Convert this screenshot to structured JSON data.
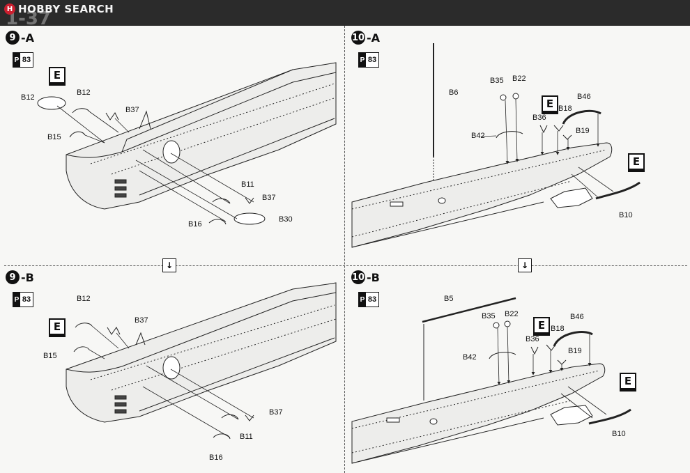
{
  "header": {
    "logo_text": "HOBBY SEARCH",
    "logo_mark": "H",
    "page_number": "1-37"
  },
  "ref_marker": {
    "prefix": "P",
    "number": "83"
  },
  "sprue_letter": "E",
  "transition_arrow": "↓",
  "panels": {
    "step_9a": {
      "number": "9",
      "suffix": "-A",
      "labels": {
        "b12_left": "B12",
        "b12_top": "B12",
        "b37_top": "B37",
        "b15": "B15",
        "b11": "B11",
        "b37_bottom": "B37",
        "b16": "B16",
        "b30": "B30"
      }
    },
    "step_10a": {
      "number": "10",
      "suffix": "-A",
      "labels": {
        "b6": "B6",
        "b35": "B35",
        "b22": "B22",
        "b46": "B46",
        "b18": "B18",
        "b36": "B36",
        "b42": "B42",
        "b19": "B19",
        "b10": "B10"
      }
    },
    "step_9b": {
      "number": "9",
      "suffix": "-B",
      "labels": {
        "b12": "B12",
        "b37_top": "B37",
        "b15": "B15",
        "b37_bottom": "B37",
        "b11": "B11",
        "b16": "B16"
      }
    },
    "step_10b": {
      "number": "10",
      "suffix": "-B",
      "labels": {
        "b5": "B5",
        "b35": "B35",
        "b22": "B22",
        "b46": "B46",
        "b18": "B18",
        "b36": "B36",
        "b42": "B42",
        "b19": "B19",
        "b10": "B10"
      }
    }
  }
}
